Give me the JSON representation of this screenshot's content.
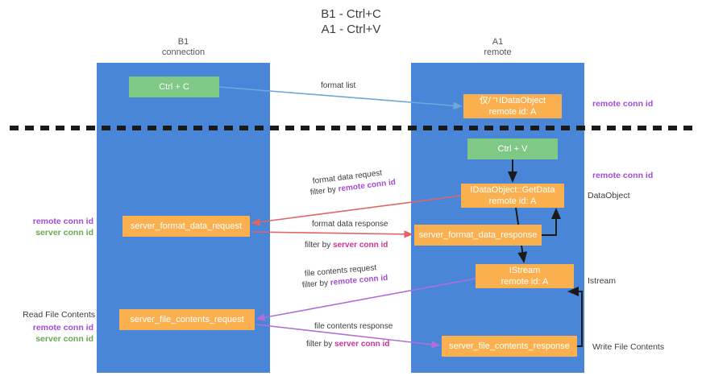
{
  "title": {
    "line1": "B1 - Ctrl+C",
    "line2": "A1 - Ctrl+V"
  },
  "lanes": [
    {
      "id": "b1",
      "name": "B1",
      "sub": "connection",
      "color": "#4a86d8"
    },
    {
      "id": "a1",
      "name": "A1",
      "sub": "remote",
      "color": "#4a86d8"
    }
  ],
  "colors": {
    "lane": "#4a86d8",
    "green_box": "#7fc886",
    "orange_box": "#fbb050",
    "remote_conn_id": "#a24bd4",
    "server_conn_id": "#6aa84f",
    "server_conn_id_inline": "#cc3399",
    "arrow_blue": "#6fa8dc",
    "arrow_red": "#e06666",
    "arrow_purple": "#b06fd8",
    "arrow_black": "#1a1a1a",
    "divider": "#1a1a1a"
  },
  "boxes": {
    "ctrl_c": {
      "line1": "Ctrl + C",
      "line2": ""
    },
    "idataobject_top": {
      "line1": "仅/ㄱIDataObject",
      "line2": "remote id: A"
    },
    "ctrl_v": {
      "line1": "Ctrl + V",
      "line2": ""
    },
    "getdata": {
      "line1": "IDataObject::GetData",
      "line2": "remote id: A"
    },
    "server_format_data_request": {
      "line1": "server_format_data_request",
      "line2": ""
    },
    "server_format_data_response": {
      "line1": "server_format_data_response",
      "line2": ""
    },
    "istream": {
      "line1": "IStream",
      "line2": "remote id: A"
    },
    "server_file_contents_request": {
      "line1": "server_file_contents_request",
      "line2": ""
    },
    "server_file_contents_response": {
      "line1": "server_file_contents_response",
      "line2": ""
    }
  },
  "edge_labels": {
    "format_list": "format list",
    "format_data_request": "format data request",
    "format_data_request_filter_prefix": "filter by ",
    "format_data_request_filter_value": "remote conn id",
    "format_data_response": "format data response",
    "format_data_response_filter_prefix": "filter by ",
    "format_data_response_filter_value": "server conn id",
    "file_contents_request": "file contents request",
    "file_contents_request_filter_prefix": "filter by ",
    "file_contents_request_filter_value": "remote conn id",
    "file_contents_response": "file contents response",
    "file_contents_response_filter_prefix": "filter by ",
    "file_contents_response_filter_value": "server conn id"
  },
  "side_labels": {
    "right_remote_conn_id_top": "remote conn id",
    "right_remote_conn_id_mid": "remote conn id",
    "right_dataobject": "DataObject",
    "right_istream": "Istream",
    "right_write_file_contents": "Write File Contents",
    "left_remote_conn_id_1": "remote conn id",
    "left_server_conn_id_1": "server conn id",
    "left_read_file_contents": "Read File Contents",
    "left_remote_conn_id_2": "remote conn id",
    "left_server_conn_id_2": "server conn id"
  }
}
